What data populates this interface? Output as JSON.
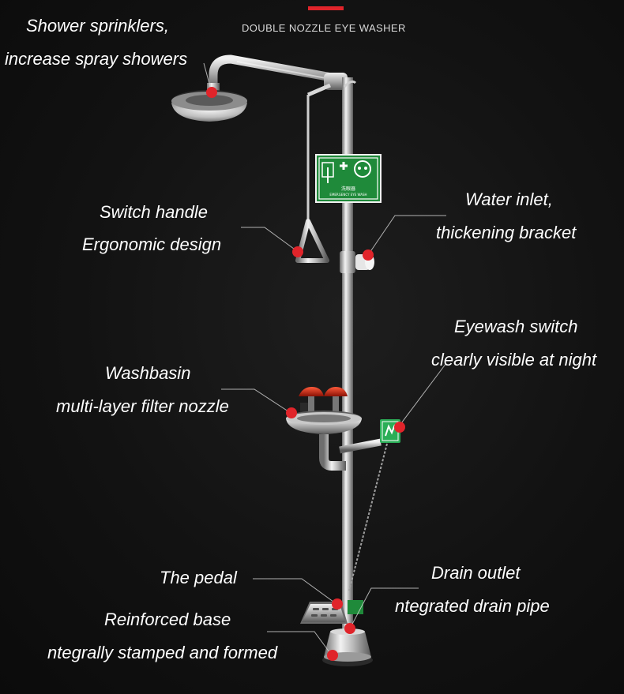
{
  "header": {
    "title": "DOUBLE NOZZLE EYE WASHER"
  },
  "sign": {
    "cn_text": "洗眼器",
    "en_text": "EMERGENCY EYE WASH"
  },
  "colors": {
    "accent": "#e0242a",
    "sign_green": "#1f8a3a",
    "background": "#121212",
    "text": "#ffffff"
  },
  "callouts": [
    {
      "id": "shower",
      "line1": "Shower sprinklers,",
      "line2": "increase spray showers"
    },
    {
      "id": "handle",
      "line1": "Switch handle",
      "line2": "Ergonomic design"
    },
    {
      "id": "inlet",
      "line1": "Water inlet,",
      "line2": "thickening bracket"
    },
    {
      "id": "eyewash",
      "line1": "Eyewash switch",
      "line2": "clearly visible at night"
    },
    {
      "id": "basin",
      "line1": "Washbasin",
      "line2": "multi-layer filter nozzle"
    },
    {
      "id": "pedal",
      "line1": "The pedal"
    },
    {
      "id": "drain",
      "line1": "Drain outlet",
      "line2": "ntegrated drain pipe"
    },
    {
      "id": "base",
      "line1": "Reinforced base",
      "line2": "ntegrally stamped and formed"
    }
  ]
}
